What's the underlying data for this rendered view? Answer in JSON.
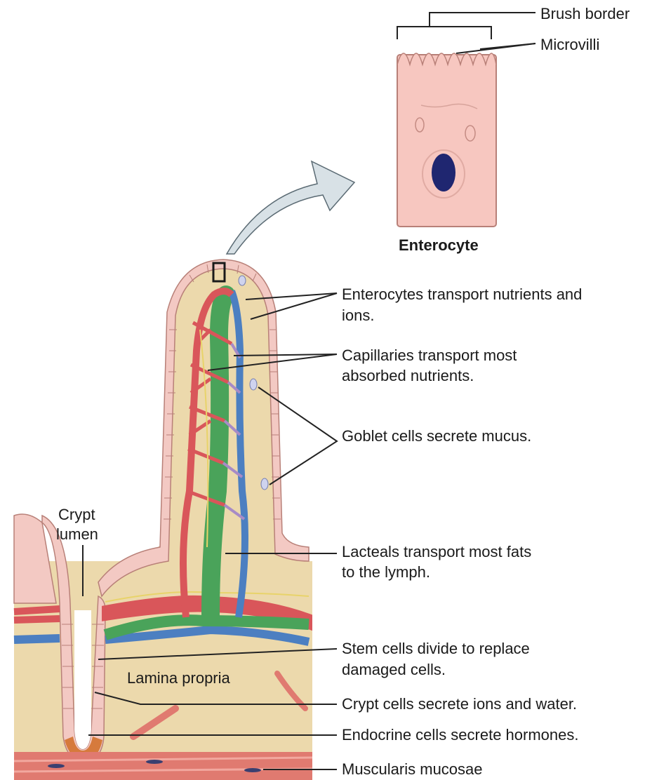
{
  "labels": {
    "brush_border": "Brush border",
    "microvilli": "Microvilli",
    "enterocyte_title": "Enterocyte",
    "enterocytes_l1": "Enterocytes transport nutrients and",
    "enterocytes_l2": "ions.",
    "capillaries_l1": "Capillaries transport most",
    "capillaries_l2": "absorbed nutrients.",
    "goblet": "Goblet cells secrete mucus.",
    "crypt_l1": "Crypt",
    "crypt_l2": "lumen",
    "lacteals_l1": "Lacteals transport most fats",
    "lacteals_l2": "to the lymph.",
    "stem_l1": "Stem cells divide to replace",
    "stem_l2": "damaged cells.",
    "lamina": "Lamina propria",
    "crypt_cells": "Crypt cells secrete ions and water.",
    "endocrine": "Endocrine cells secrete hormones.",
    "muscularis": "Muscularis mucosae"
  },
  "colors": {
    "tissue": "#ecd9ac",
    "epithelium": "#f3c9c3",
    "cell_pink": "#f7c7c0",
    "cell_outline": "#b88078",
    "nucleus": "#1f2670",
    "capillary_red": "#d9565a",
    "vein_blue": "#4c7fc1",
    "lacteal_green": "#4aa35a",
    "arrow_fill": "#d8e1e6",
    "muscle": "#e07a70",
    "leader": "#222222"
  }
}
